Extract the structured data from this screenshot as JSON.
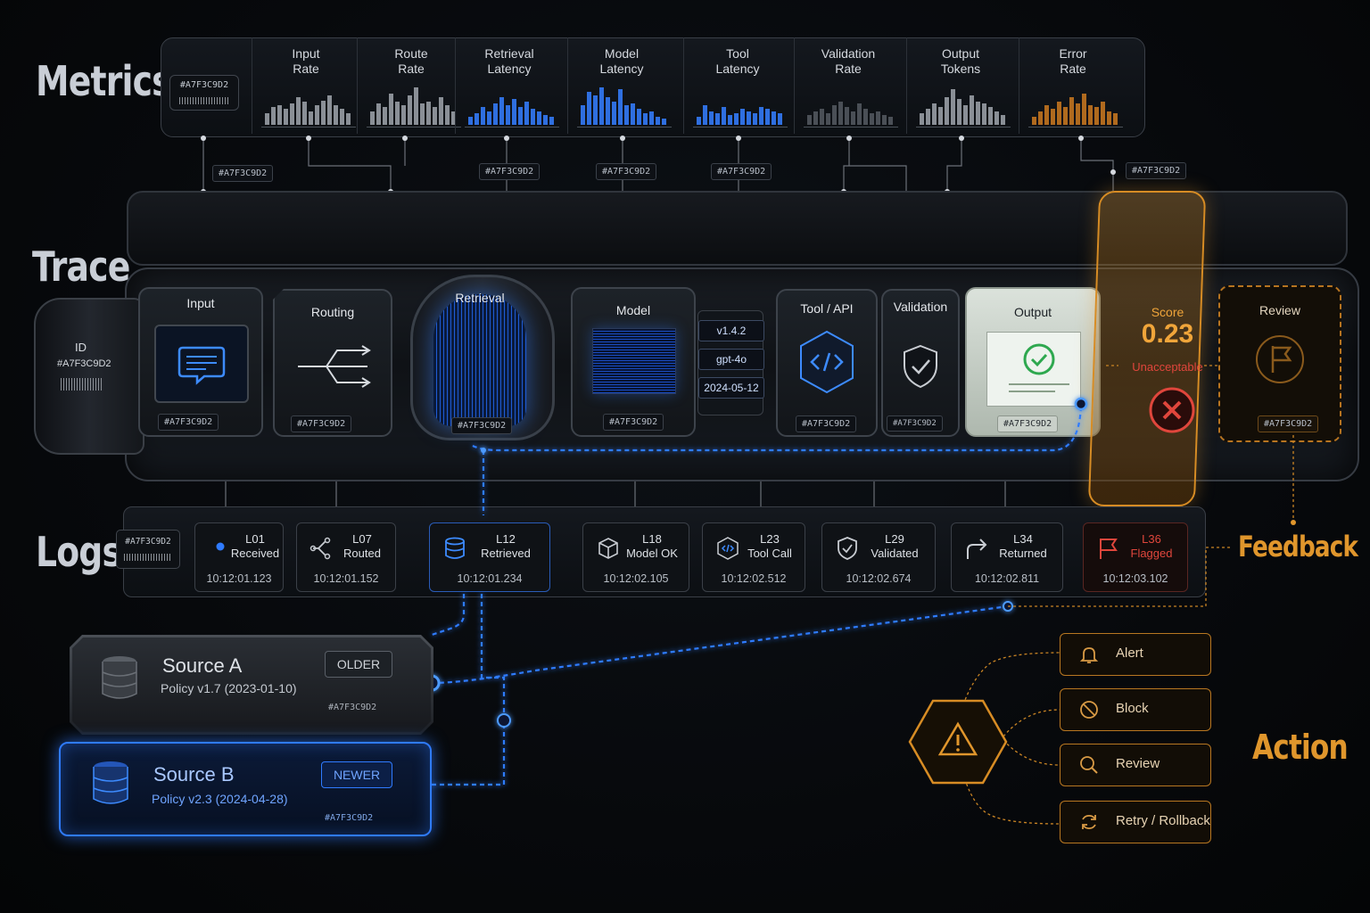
{
  "sections": {
    "metrics": "Metrics",
    "trace": "Trace",
    "logs": "Logs",
    "feedback": "Feedback",
    "action": "Action"
  },
  "metrics": {
    "id_tag": "#A7F3C9D2",
    "columns": [
      {
        "title": "Input\nRate",
        "color": "#8a8f96",
        "values": [
          0.3,
          0.45,
          0.5,
          0.4,
          0.55,
          0.7,
          0.6,
          0.35,
          0.5,
          0.62,
          0.75,
          0.5,
          0.4,
          0.3
        ]
      },
      {
        "title": "Route\nRate",
        "color": "#8a8f96",
        "values": [
          0.35,
          0.55,
          0.45,
          0.8,
          0.6,
          0.5,
          0.75,
          0.95,
          0.55,
          0.6,
          0.45,
          0.7,
          0.5,
          0.35
        ]
      },
      {
        "title": "Retrieval\nLatency",
        "color": "#2f6fe0",
        "values": [
          0.2,
          0.3,
          0.45,
          0.35,
          0.55,
          0.7,
          0.5,
          0.65,
          0.45,
          0.6,
          0.4,
          0.35,
          0.25,
          0.2
        ]
      },
      {
        "title": "Model\nLatency",
        "color": "#2f6fe0",
        "values": [
          0.5,
          0.85,
          0.75,
          0.95,
          0.7,
          0.6,
          0.9,
          0.5,
          0.55,
          0.4,
          0.3,
          0.35,
          0.2,
          0.15
        ]
      },
      {
        "title": "Tool\nLatency",
        "color": "#2f6fe0",
        "values": [
          0.2,
          0.5,
          0.35,
          0.3,
          0.45,
          0.25,
          0.3,
          0.4,
          0.35,
          0.3,
          0.45,
          0.4,
          0.35,
          0.3
        ]
      },
      {
        "title": "Validation\nRate",
        "color": "#4a4f56",
        "values": [
          0.25,
          0.35,
          0.4,
          0.3,
          0.5,
          0.6,
          0.45,
          0.35,
          0.55,
          0.4,
          0.3,
          0.35,
          0.25,
          0.2
        ]
      },
      {
        "title": "Output\nTokens",
        "color": "#8a8f96",
        "values": [
          0.3,
          0.4,
          0.55,
          0.45,
          0.7,
          0.9,
          0.65,
          0.5,
          0.75,
          0.6,
          0.55,
          0.45,
          0.35,
          0.25
        ]
      },
      {
        "title": "Error\nRate",
        "color": "#b06a1e",
        "values": [
          0.2,
          0.35,
          0.5,
          0.4,
          0.6,
          0.45,
          0.7,
          0.55,
          0.8,
          0.5,
          0.45,
          0.6,
          0.35,
          0.3
        ]
      }
    ],
    "connector_tags": [
      "#A7F3C9D2",
      "#A7F3C9D2",
      "#A7F3C9D2",
      "#A7F3C9D2",
      "#A7F3C9D2"
    ]
  },
  "trace": {
    "id_label": "ID",
    "id_value": "#A7F3C9D2",
    "hash": "#A7F3C9D2",
    "modules": {
      "input": "Input",
      "routing": "Routing",
      "retrieval": "Retrieval",
      "model": "Model",
      "tool": "Tool / API",
      "validation": "Validation",
      "output": "Output",
      "review": "Review"
    },
    "model_versions": [
      "v1.4.2",
      "gpt-4o",
      "2024-05-12"
    ],
    "score_label": "Score",
    "score_value": "0.23",
    "score_verdict": "Unacceptable"
  },
  "logs": {
    "id_tag": "#A7F3C9D2",
    "entries": [
      {
        "id": "L01",
        "text": "Received",
        "time": "10:12:01.123",
        "icon": "dot-icon"
      },
      {
        "id": "L07",
        "text": "Routed",
        "time": "10:12:01.152",
        "icon": "branch-icon"
      },
      {
        "id": "L12",
        "text": "Retrieved",
        "time": "10:12:01.234",
        "icon": "database-icon"
      },
      {
        "id": "L18",
        "text": "Model OK",
        "time": "10:12:02.105",
        "icon": "cube-icon"
      },
      {
        "id": "L23",
        "text": "Tool Call",
        "time": "10:12:02.512",
        "icon": "code-icon"
      },
      {
        "id": "L29",
        "text": "Validated",
        "time": "10:12:02.674",
        "icon": "shield-check-icon"
      },
      {
        "id": "L34",
        "text": "Returned",
        "time": "10:12:02.811",
        "icon": "return-arrow-icon"
      },
      {
        "id": "L36",
        "text": "Flagged",
        "time": "10:12:03.102",
        "icon": "flag-icon"
      }
    ]
  },
  "sources": {
    "a": {
      "title": "Source A",
      "policy": "Policy v1.7 (2023-01-10)",
      "badge": "OLDER",
      "hash": "#A7F3C9D2"
    },
    "b": {
      "title": "Source B",
      "policy": "Policy v2.3 (2024-04-28)",
      "badge": "NEWER",
      "hash": "#A7F3C9D2"
    }
  },
  "actions": [
    {
      "label": "Alert",
      "icon": "bell-icon"
    },
    {
      "label": "Block",
      "icon": "block-icon"
    },
    {
      "label": "Review",
      "icon": "magnifier-icon"
    },
    {
      "label": "Retry / Rollback",
      "icon": "refresh-icon"
    }
  ],
  "colors": {
    "accent_blue": "#2f7bff",
    "accent_orange": "#e0962c",
    "error_red": "#e0463c"
  }
}
